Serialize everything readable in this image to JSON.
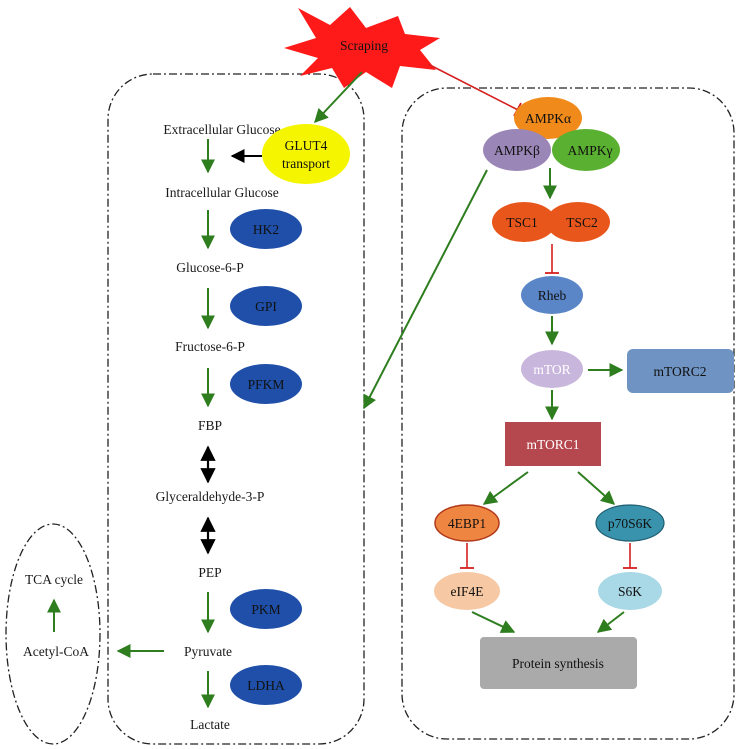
{
  "stimulus": "Scraping",
  "glycolysis": {
    "extracellular_glucose": "Extracellular Glucose",
    "intracellular_glucose": "Intracellular Glucose",
    "glucose_6_p": "Glucose-6-P",
    "fructose_6_p": "Fructose-6-P",
    "fbp": "FBP",
    "glyceraldehyde_3_p": "Glyceraldehyde-3-P",
    "pep": "PEP",
    "pyruvate": "Pyruvate",
    "lactate": "Lactate"
  },
  "transporter": {
    "line1": "GLUT4",
    "line2": "transport"
  },
  "enzymes": {
    "hk2": "HK2",
    "gpi": "GPI",
    "pfkm": "PFKM",
    "pkm": "PKM",
    "ldha": "LDHA"
  },
  "tca": {
    "acetyl_coa": "Acetyl-CoA",
    "tca_cycle": "TCA cycle"
  },
  "signaling": {
    "ampk_alpha": "AMPKα",
    "ampk_beta": "AMPKβ",
    "ampk_gamma": "AMPKγ",
    "tsc1": "TSC1",
    "tsc2": "TSC2",
    "rheb": "Rheb",
    "mtor": "mTOR",
    "mtorc1": "mTORC1",
    "mtorc2": "mTORC2",
    "4ebp1": "4EBP1",
    "p70s6k": "p70S6K",
    "eif4e": "eIF4E",
    "s6k": "S6K",
    "protein_synthesis": "Protein synthesis"
  },
  "colors": {
    "activation_arrow": "#2e7d1f",
    "inhibition": "#d62020",
    "enzyme_fill": "#1f4fa8",
    "glut4_fill": "#f5f500",
    "star_fill": "#ff1a1a",
    "ampk_alpha_fill": "#f08a1a",
    "ampk_beta_fill": "#9b86b8",
    "ampk_gamma_fill": "#5ab030",
    "tsc_fill": "#e8561c",
    "rheb_fill": "#5a86c8",
    "mtor_fill": "#c9b6dc",
    "mtorc1_fill": "#b5474e",
    "mtorc2_fill": "#6f93c2",
    "ebp1_fill": "#ee8642",
    "p70s6k_fill": "#3a93ac",
    "eif4e_fill": "#f6c9a4",
    "s6k_fill": "#a9d8e6",
    "protein_synthesis_fill": "#aaaaaa"
  }
}
